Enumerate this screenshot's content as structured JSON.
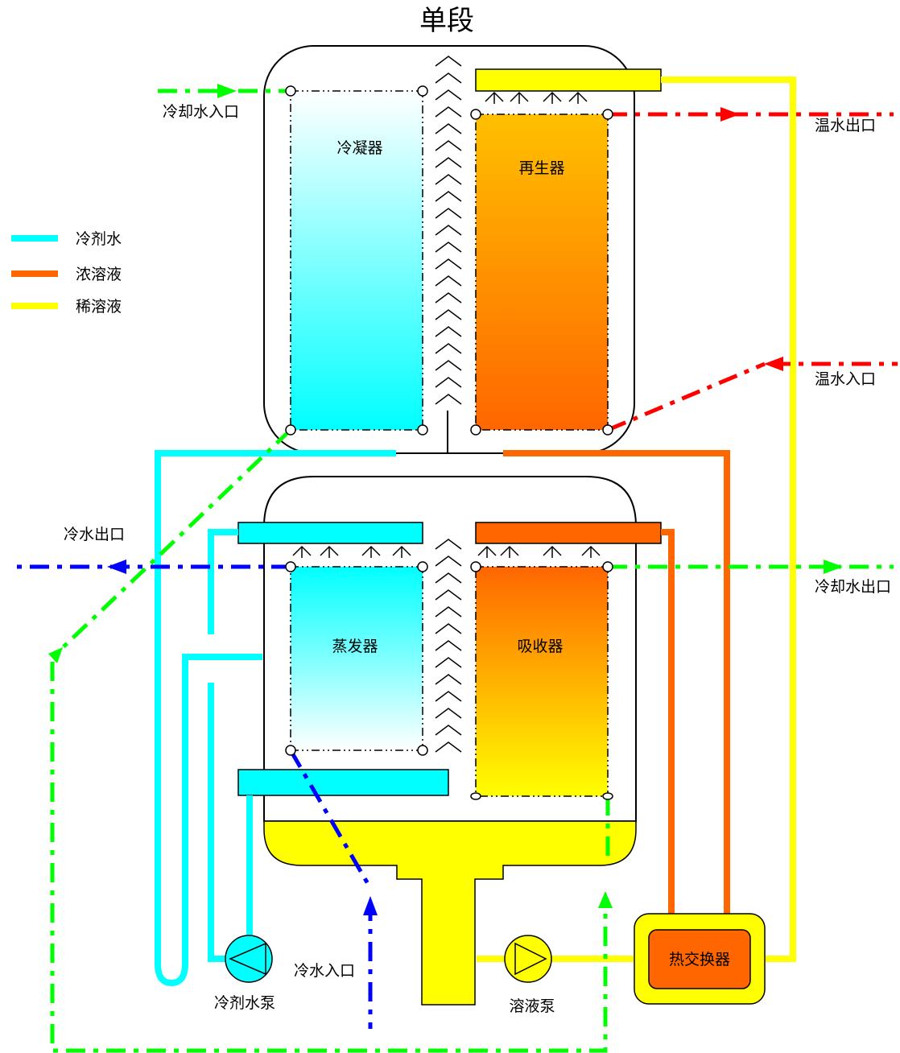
{
  "title": "单段",
  "legend": [
    {
      "label": "冷剂水",
      "color": "#00ffff"
    },
    {
      "label": "浓溶液",
      "color": "#ff6600"
    },
    {
      "label": "稀溶液",
      "color": "#ffff00"
    }
  ],
  "components": {
    "condenser": "冷凝器",
    "generator": "再生器",
    "evaporator": "蒸发器",
    "absorber": "吸收器",
    "heat_exchanger": "热交换器",
    "refrigerant_pump": "冷剂水泵",
    "solution_pump": "溶液泵"
  },
  "flows": {
    "cooling_water_inlet": "冷却水入口",
    "cooling_water_outlet": "冷却水出口",
    "hot_water_outlet": "温水出口",
    "hot_water_inlet": "温水入口",
    "chilled_water_outlet": "冷水出口",
    "chilled_water_inlet": "冷水入口"
  },
  "colors": {
    "refrigerant_water": "#00ffff",
    "strong_solution": "#ff6600",
    "weak_solution": "#ffff00",
    "hot_water": "#ff0000",
    "cooling_water": "#00ff00",
    "chilled_water": "#0000ff"
  }
}
